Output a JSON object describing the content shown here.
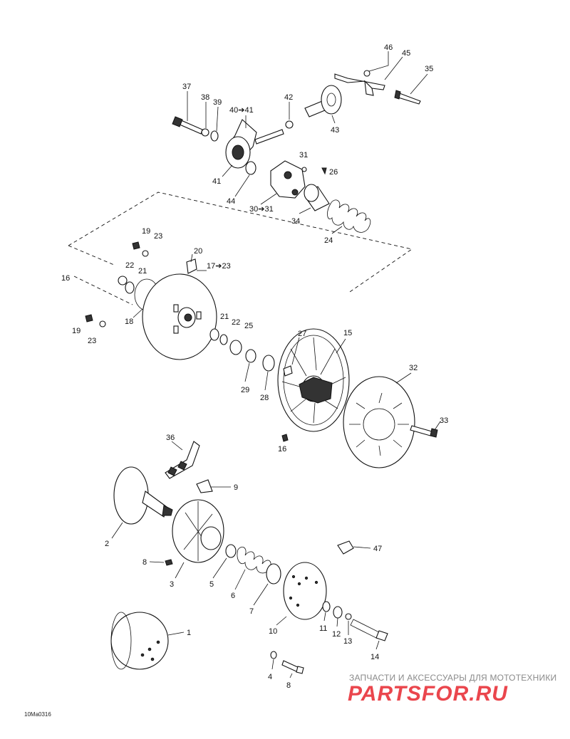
{
  "diagram": {
    "callouts": [
      {
        "id": "c46",
        "text": "46"
      },
      {
        "id": "c45",
        "text": "45"
      },
      {
        "id": "c35",
        "text": "35"
      },
      {
        "id": "c37",
        "text": "37"
      },
      {
        "id": "c38",
        "text": "38"
      },
      {
        "id": "c39",
        "text": "39"
      },
      {
        "id": "c40",
        "text": "40➔41"
      },
      {
        "id": "c42",
        "text": "42"
      },
      {
        "id": "c43",
        "text": "43"
      },
      {
        "id": "c41",
        "text": "41"
      },
      {
        "id": "c31",
        "text": "31"
      },
      {
        "id": "c26",
        "text": "26"
      },
      {
        "id": "c44",
        "text": "44"
      },
      {
        "id": "c30",
        "text": "30➔31"
      },
      {
        "id": "c34",
        "text": "34"
      },
      {
        "id": "c24",
        "text": "24"
      },
      {
        "id": "c19a",
        "text": "19"
      },
      {
        "id": "c23a",
        "text": "23"
      },
      {
        "id": "c20",
        "text": "20"
      },
      {
        "id": "c17",
        "text": "17➔23"
      },
      {
        "id": "c22a",
        "text": "22"
      },
      {
        "id": "c21a",
        "text": "21"
      },
      {
        "id": "c16a",
        "text": "16"
      },
      {
        "id": "c18",
        "text": "18"
      },
      {
        "id": "c19b",
        "text": "19"
      },
      {
        "id": "c23b",
        "text": "23"
      },
      {
        "id": "c21b",
        "text": "21"
      },
      {
        "id": "c22b",
        "text": "22"
      },
      {
        "id": "c25",
        "text": "25"
      },
      {
        "id": "c27",
        "text": "27"
      },
      {
        "id": "c15",
        "text": "15"
      },
      {
        "id": "c29",
        "text": "29"
      },
      {
        "id": "c28",
        "text": "28"
      },
      {
        "id": "c32",
        "text": "32"
      },
      {
        "id": "c33",
        "text": "33"
      },
      {
        "id": "c16b",
        "text": "16"
      },
      {
        "id": "c36",
        "text": "36"
      },
      {
        "id": "c9",
        "text": "9"
      },
      {
        "id": "c2",
        "text": "2"
      },
      {
        "id": "c47",
        "text": "47"
      },
      {
        "id": "c8a",
        "text": "8"
      },
      {
        "id": "c3",
        "text": "3"
      },
      {
        "id": "c5",
        "text": "5"
      },
      {
        "id": "c6",
        "text": "6"
      },
      {
        "id": "c7",
        "text": "7"
      },
      {
        "id": "c11",
        "text": "11"
      },
      {
        "id": "c10",
        "text": "10"
      },
      {
        "id": "c12",
        "text": "12"
      },
      {
        "id": "c13",
        "text": "13"
      },
      {
        "id": "c1",
        "text": "1"
      },
      {
        "id": "c14",
        "text": "14"
      },
      {
        "id": "c4",
        "text": "4"
      },
      {
        "id": "c8b",
        "text": "8"
      }
    ],
    "diagram_code": "10Ma0316"
  },
  "watermark": {
    "caption": "ЗАПЧАСТИ И АКСЕССУАРЫ ДЛЯ МОТОТЕХНИКИ",
    "logo_text": "PARTSFOR.RU",
    "logo_color": "#e8333a"
  }
}
